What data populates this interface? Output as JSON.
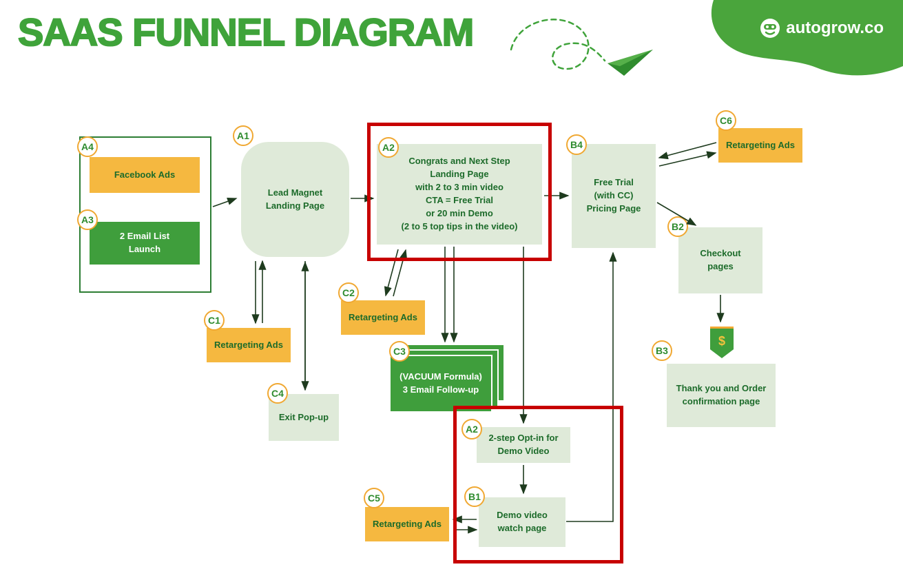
{
  "header": {
    "title": "SAAS FUNNEL DIAGRAM",
    "brand": "autogrow.co"
  },
  "nodes": {
    "a4": {
      "badge": "A4",
      "label": "Facebook Ads"
    },
    "a3": {
      "badge": "A3",
      "label": "2 Email List\nLaunch"
    },
    "a1": {
      "badge": "A1",
      "label": "Lead Magnet\nLanding Page"
    },
    "a2": {
      "badge": "A2",
      "label": "Congrats and Next Step\nLanding Page\nwith 2 to 3 min video\nCTA = Free Trial\nor 20 min Demo\n(2 to 5 top tips in the video)"
    },
    "b4": {
      "badge": "B4",
      "label": "Free Trial\n(with CC)\nPricing Page"
    },
    "c6": {
      "badge": "C6",
      "label": "Retargeting Ads"
    },
    "b2": {
      "badge": "B2",
      "label": "Checkout\npages"
    },
    "b3": {
      "badge": "B3",
      "label": "Thank you and Order\nconfirmation page",
      "icon": "dollar-ribbon-icon",
      "icon_symbol": "$"
    },
    "c1": {
      "badge": "C1",
      "label": "Retargeting Ads"
    },
    "c2": {
      "badge": "C2",
      "label": "Retargeting Ads"
    },
    "c3": {
      "badge": "C3",
      "label": "(VACUUM Formula)\n3 Email Follow-up"
    },
    "c4": {
      "badge": "C4",
      "label": "Exit Pop-up"
    },
    "a2b": {
      "badge": "A2",
      "label": "2-step Opt-in for\nDemo Video"
    },
    "b1": {
      "badge": "B1",
      "label": "Demo video\nwatch page"
    },
    "c5": {
      "badge": "C5",
      "label": "Retargeting Ads"
    }
  },
  "colors": {
    "title_green": "#3fa33a",
    "dark_text_green": "#1c6b2a",
    "pale_green_box": "#dfead9",
    "green_box": "#3f9e3c",
    "orange_box": "#f5b840",
    "badge_border": "#f0a832",
    "highlight_red": "#c70000",
    "arrow": "#1e3b1e"
  }
}
